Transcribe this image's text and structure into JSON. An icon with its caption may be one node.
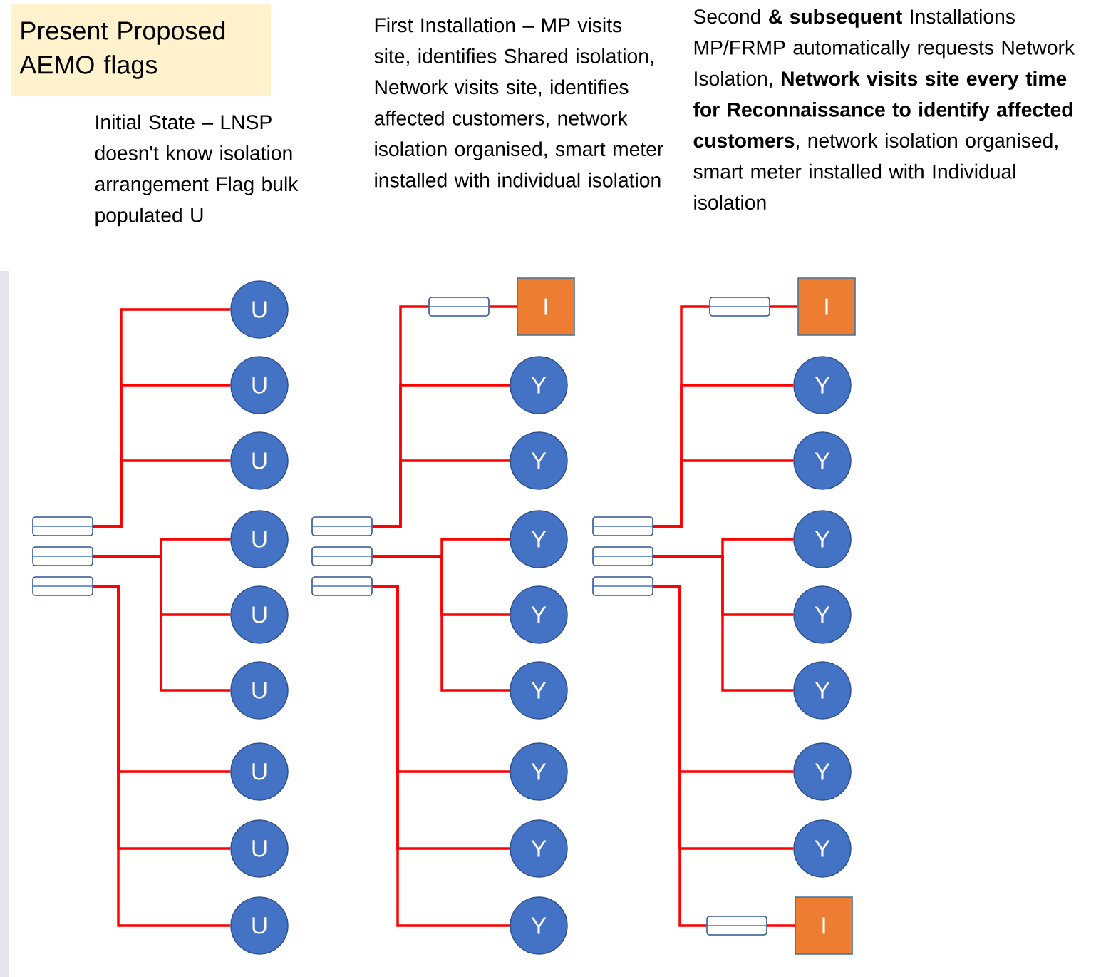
{
  "diagram": {
    "nodes": [
      {
        "text": [
          "Present Proposed AEMO flags"
        ]
      },
      {
        "text": [],
        "shape": "box"
      },
      {
        "text": [],
        "shape": "box"
      },
      {
        "text": [],
        "shape": "box"
      },
      {
        "text": [
          "U"
        ]
      },
      {
        "text": [
          "U"
        ]
      },
      {
        "text": [
          "U"
        ]
      },
      {
        "text": [
          "U"
        ]
      },
      {
        "text": [
          "U"
        ]
      },
      {
        "text": [
          "U"
        ]
      },
      {
        "text": [
          "U"
        ]
      },
      {
        "text": [
          "U"
        ]
      },
      {
        "text": [
          "U"
        ]
      },
      {
        "text": [],
        "shape": "box"
      },
      {
        "text": [],
        "shape": "box"
      },
      {
        "text": [],
        "shape": "box"
      },
      {
        "text": [],
        "shape": "box"
      },
      {
        "text": [
          "I"
        ]
      },
      {
        "text": [
          "Y"
        ]
      },
      {
        "text": [
          "Y"
        ]
      },
      {
        "text": [
          "Y"
        ]
      },
      {
        "text": [
          "Y"
        ]
      },
      {
        "text": [
          "Y"
        ]
      },
      {
        "text": [
          "Y"
        ]
      },
      {
        "text": [
          "Y"
        ]
      },
      {
        "text": [
          "Y"
        ]
      },
      {
        "text": [],
        "shape": "box"
      },
      {
        "text": [],
        "shape": "box"
      },
      {
        "text": [],
        "shape": "box"
      },
      {
        "text": [],
        "shape": "box"
      },
      {
        "text": [
          "I"
        ]
      },
      {
        "text": [
          "Y"
        ]
      },
      {
        "text": [
          "Y"
        ]
      },
      {
        "text": [
          "Y"
        ]
      },
      {
        "text": [
          "Y"
        ]
      },
      {
        "text": [
          "Y"
        ]
      },
      {
        "text": [
          "Y"
        ]
      },
      {
        "text": [
          "Y"
        ]
      },
      {
        "text": [],
        "shape": "box"
      },
      {
        "text": [
          "I"
        ]
      }
    ],
    "edges": [
      {
        "from": 1,
        "to": 4,
        "arrow": "none"
      },
      {
        "from": 1,
        "to": 5,
        "arrow": "none"
      },
      {
        "from": 1,
        "to": 6,
        "arrow": "none"
      },
      {
        "from": 2,
        "to": 7,
        "arrow": "none"
      },
      {
        "from": 2,
        "to": 8,
        "arrow": "none"
      },
      {
        "from": 2,
        "to": 9,
        "arrow": "none"
      },
      {
        "from": 3,
        "to": 10,
        "arrow": "none"
      },
      {
        "from": 3,
        "to": 11,
        "arrow": "none"
      },
      {
        "from": 3,
        "to": 12,
        "arrow": "none"
      },
      {
        "from": 13,
        "to": 16,
        "arrow": "none"
      },
      {
        "from": 16,
        "to": 17,
        "arrow": "none"
      },
      {
        "from": 13,
        "to": 18,
        "arrow": "none"
      },
      {
        "from": 13,
        "to": 19,
        "arrow": "none"
      },
      {
        "from": 14,
        "to": 20,
        "arrow": "none"
      },
      {
        "from": 14,
        "to": 21,
        "arrow": "none"
      },
      {
        "from": 14,
        "to": 22,
        "arrow": "none"
      },
      {
        "from": 15,
        "to": 23,
        "arrow": "none"
      },
      {
        "from": 15,
        "to": 24,
        "arrow": "none"
      },
      {
        "from": 15,
        "to": 25,
        "arrow": "none"
      },
      {
        "from": 26,
        "to": 29,
        "arrow": "none"
      },
      {
        "from": 29,
        "to": 30,
        "arrow": "none"
      },
      {
        "from": 26,
        "to": 31,
        "arrow": "none"
      },
      {
        "from": 26,
        "to": 32,
        "arrow": "none"
      },
      {
        "from": 27,
        "to": 33,
        "arrow": "none"
      },
      {
        "from": 27,
        "to": 34,
        "arrow": "none"
      },
      {
        "from": 27,
        "to": 35,
        "arrow": "none"
      },
      {
        "from": 28,
        "to": 36,
        "arrow": "none"
      },
      {
        "from": 28,
        "to": 37,
        "arrow": "none"
      },
      {
        "from": 28,
        "to": 38,
        "arrow": "none"
      },
      {
        "from": 38,
        "to": 39,
        "arrow": "none"
      }
    ],
    "labels": [
      "Initial State – LNSP doesn't know isolation arrangement Flag bulk populated U",
      "First Installation – MP visits site, identifies Shared isolation, Network visits site, identifies affected customers, network isolation organised, smart meter installed with individual isolation",
      "Second **& subsequent** Installations MP/FRMP automatically requests Network Isolation, **Network visits site every time for Reconnaissance to identify affected customers**, network isolation organised, smart meter installed with Individual isolation"
    ]
  }
}
